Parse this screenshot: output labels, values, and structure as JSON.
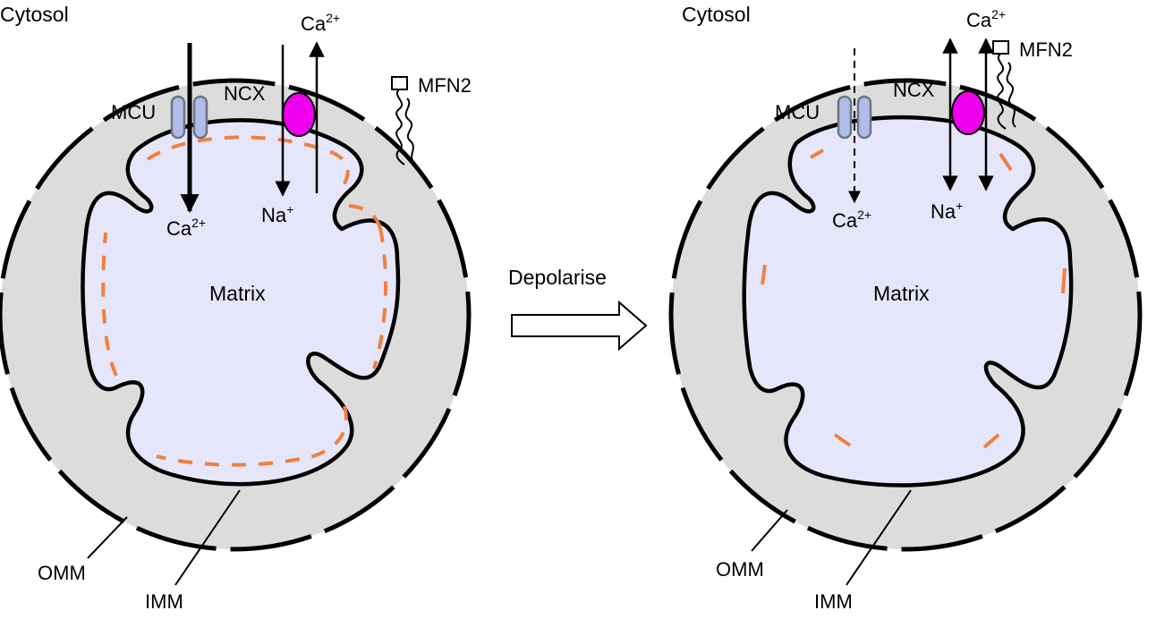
{
  "colors": {
    "cytosol_bg": "#ffffff",
    "intermembrane_space": "#dcdcdc",
    "matrix": "#e6e6fa",
    "membrane_stroke": "#000000",
    "cristae_dash": "#f08040",
    "mcu_fill": "#b0bcea",
    "mcu_stroke": "#6e7580",
    "ncx_fill": "#ee00ee",
    "mfn2_fill": "#ffffff"
  },
  "transition": {
    "label": "Depolarise",
    "icon": "hollow-right-arrow-icon"
  },
  "panels": [
    {
      "state": "polarised",
      "cytosol_label": "Cytosol",
      "matrix_label": "Matrix",
      "omm_label": "OMM",
      "imm_label": "IMM",
      "mcu_label": "MCU",
      "ncx_label": "NCX",
      "mfn2_label": "MFN2",
      "ca_in_base": "Ca",
      "ca_in_sup": "2+",
      "ca_out_base": "Ca",
      "ca_out_sup": "2+",
      "na_base": "Na",
      "na_sup": "+",
      "mcu_flux": "strong influx (bold arrow)",
      "ncx_flux": "Na+ in, Ca2+ out (single-headed arrows)"
    },
    {
      "state": "depolarised",
      "cytosol_label": "Cytosol",
      "matrix_label": "Matrix",
      "omm_label": "OMM",
      "imm_label": "IMM",
      "mcu_label": "MCU",
      "ncx_label": "NCX",
      "mfn2_label": "MFN2",
      "ca_in_base": "Ca",
      "ca_in_sup": "2+",
      "ca_out_base": "Ca",
      "ca_out_sup": "2+",
      "na_base": "Na",
      "na_sup": "+",
      "mcu_flux": "reduced influx (dashed arrow)",
      "ncx_flux": "reversible (double-headed arrows)"
    }
  ]
}
